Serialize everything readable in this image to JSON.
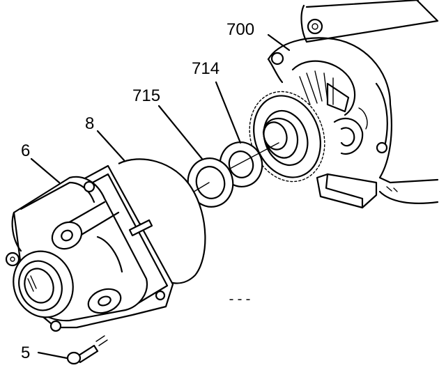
{
  "diagram": {
    "callouts": [
      {
        "id": "c700",
        "text": "700"
      },
      {
        "id": "c714",
        "text": "714"
      },
      {
        "id": "c715",
        "text": "715"
      },
      {
        "id": "c8",
        "text": "8"
      },
      {
        "id": "c6",
        "text": "6"
      },
      {
        "id": "c5",
        "text": "5"
      }
    ]
  }
}
